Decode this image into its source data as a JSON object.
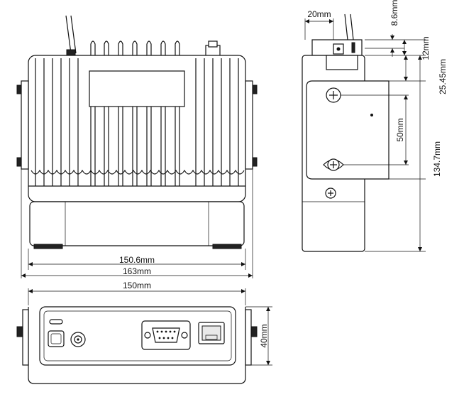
{
  "dimensions": {
    "inner_width": "150.6mm",
    "overall_width": "163mm",
    "rear_width": "150mm",
    "rear_height": "40mm",
    "side_depth": "20mm",
    "top_offset": "8.6mm",
    "mount_offset": "12mm",
    "bracket_offset": "25.45mm",
    "bracket_slot": "50mm",
    "overall_height": "134.7mm"
  }
}
